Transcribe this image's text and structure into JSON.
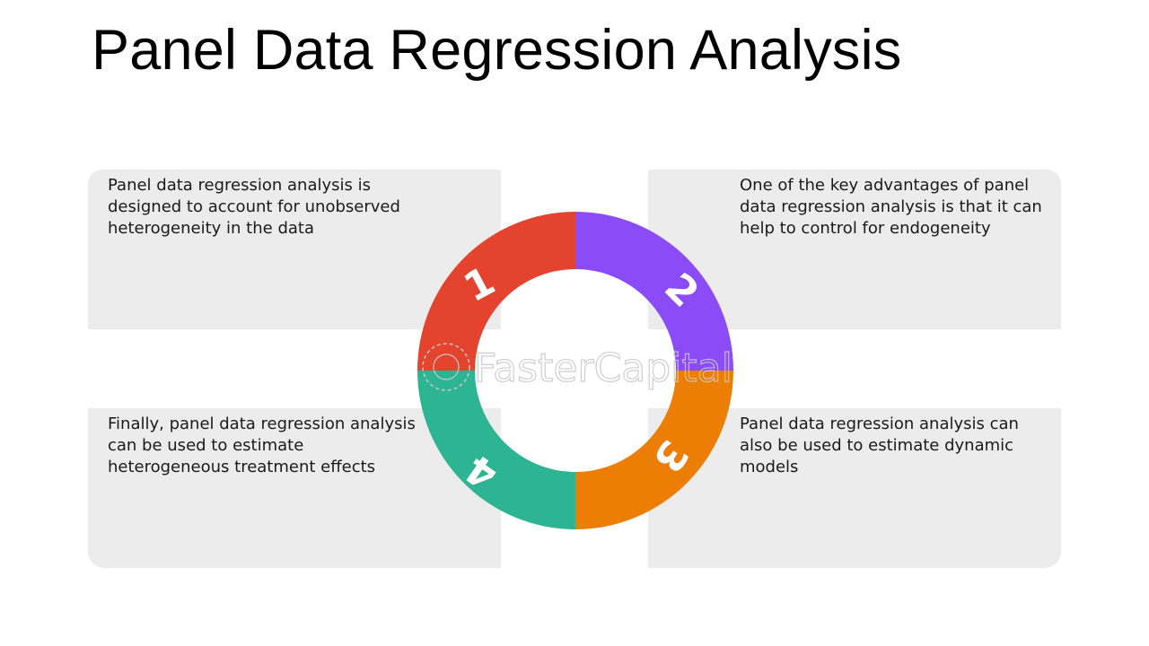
{
  "title": "Panel Data Regression Analysis",
  "points": [
    {
      "number": "1",
      "text": "Panel data regression analysis is designed to account for unobserved heterogeneity in the data",
      "color": "#e4432e"
    },
    {
      "number": "2",
      "text": "One of the key advantages of panel data regression analysis is that it can help to control for endogeneity",
      "color": "#8b4cf7"
    },
    {
      "number": "3",
      "text": "Panel data regression analysis can also be used to estimate dynamic models",
      "color": "#ec7d05"
    },
    {
      "number": "4",
      "text": "Finally, panel data regression analysis can be used to estimate heterogeneous treatment effects",
      "color": "#2db493"
    }
  ],
  "watermark": "FasterCapital",
  "colors": {
    "panel_bg": "#ececec",
    "title_text": "#000000"
  }
}
